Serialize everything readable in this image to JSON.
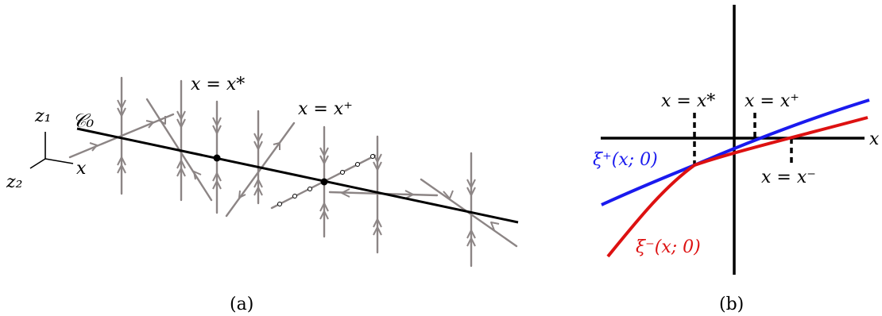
{
  "panel_a": {
    "caption": "(a)",
    "curve_label": "𝒞₀",
    "axis_labels": {
      "z1": "z₁",
      "z2": "z₂",
      "x": "x"
    },
    "annotations": {
      "x_star": "x = x*",
      "x_plus": "x = x⁺"
    }
  },
  "panel_b": {
    "caption": "(b)",
    "axis_label_x": "x",
    "annotations": {
      "x_star": "x = x*",
      "x_plus": "x = x⁺",
      "x_minus": "x = x⁻"
    },
    "curve_labels": {
      "xi_plus": "ξ⁺(x; 0)",
      "xi_minus": "ξ⁻(x; 0)"
    },
    "colors": {
      "xi_plus": "#1a1aee",
      "xi_minus": "#dd1111",
      "flow_lines": "#8c8585",
      "curve": "#000000"
    }
  }
}
